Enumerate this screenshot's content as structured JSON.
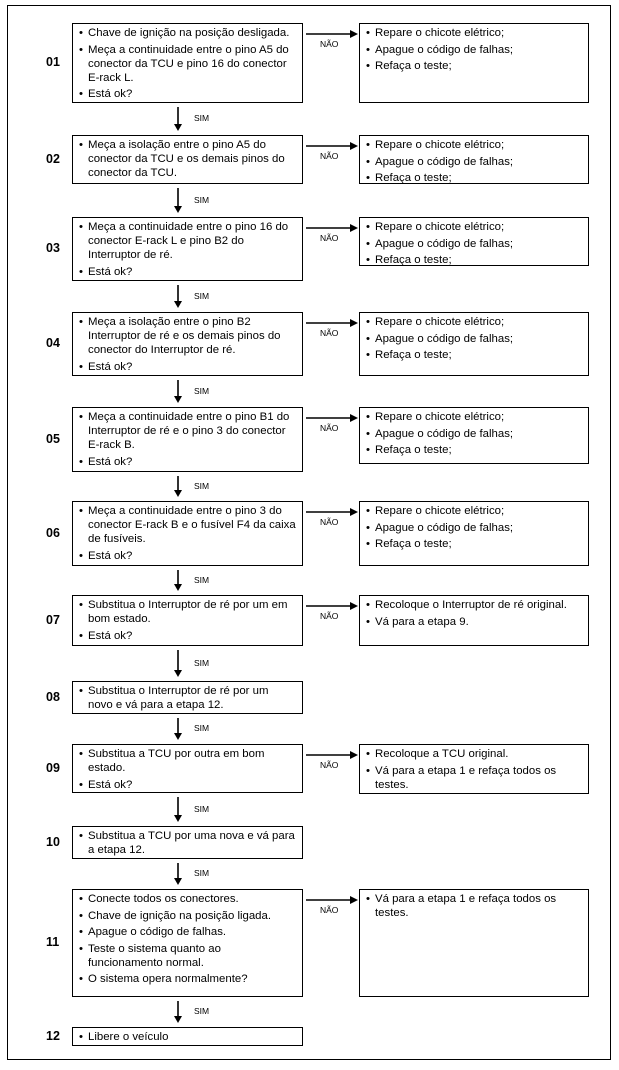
{
  "flow": {
    "sim_label": "SIM",
    "nao_label": "NÃO",
    "steps": [
      {
        "num": "01",
        "items": [
          "Chave de ignição na posição desligada.",
          "Meça a continuidade entre o pino A5 do conector da TCU e pino 16 do conector E-rack L.",
          "Está ok?"
        ],
        "fail": [
          "Repare o chicote elétrico;",
          "Apague o código de falhas;",
          "Refaça o teste;"
        ]
      },
      {
        "num": "02",
        "items": [
          "Meça a isolação entre o pino A5 do conector da TCU e os demais pinos do conector da TCU."
        ],
        "fail": [
          "Repare o chicote elétrico;",
          "Apague o código de falhas;",
          "Refaça o teste;"
        ]
      },
      {
        "num": "03",
        "items": [
          "Meça a continuidade entre o pino 16 do conector E-rack L e pino B2 do Interruptor de ré.",
          "Está ok?"
        ],
        "fail": [
          "Repare o chicote elétrico;",
          "Apague o código de falhas;",
          "Refaça o teste;"
        ]
      },
      {
        "num": "04",
        "items": [
          "Meça a isolação entre o pino B2 Interruptor de ré e os demais pinos do conector do Interruptor de ré.",
          "Está ok?"
        ],
        "fail": [
          "Repare o chicote elétrico;",
          "Apague o código de falhas;",
          "Refaça o teste;"
        ]
      },
      {
        "num": "05",
        "items": [
          "Meça a continuidade entre o pino B1 do Interruptor de ré e o pino 3 do conector E-rack B.",
          "Está ok?"
        ],
        "fail": [
          "Repare o chicote elétrico;",
          "Apague o código de falhas;",
          "Refaça o teste;"
        ]
      },
      {
        "num": "06",
        "items": [
          "Meça a continuidade entre o pino 3 do conector E-rack B e o fusível F4 da caixa de fusíveis.",
          "Está ok?"
        ],
        "fail": [
          "Repare o chicote elétrico;",
          "Apague o código de falhas;",
          "Refaça o teste;"
        ]
      },
      {
        "num": "07",
        "items": [
          "Substitua o Interruptor de ré por um em bom estado.",
          "Está ok?"
        ],
        "fail": [
          "Recoloque o Interruptor de ré original.",
          "Vá para a etapa 9."
        ]
      },
      {
        "num": "08",
        "items": [
          "Substitua o Interruptor de ré por um novo e vá para a etapa 12."
        ],
        "fail": []
      },
      {
        "num": "09",
        "items": [
          "Substitua a TCU por outra em bom estado.",
          "Está ok?"
        ],
        "fail": [
          "Recoloque a TCU original.",
          "Vá para a etapa 1 e refaça todos os testes."
        ]
      },
      {
        "num": "10",
        "items": [
          "Substitua a TCU por uma nova e vá para a etapa 12."
        ],
        "fail": []
      },
      {
        "num": "11",
        "items": [
          "Conecte todos os conectores.",
          "Chave de ignição na posição ligada.",
          "Apague o código de falhas.",
          "Teste o sistema quanto ao funcionamento normal.",
          "O sistema opera normalmente?"
        ],
        "fail": [
          "Vá para a etapa 1 e refaça todos os testes."
        ]
      },
      {
        "num": "12",
        "items": [
          "Libere o veículo"
        ],
        "fail": []
      }
    ]
  }
}
